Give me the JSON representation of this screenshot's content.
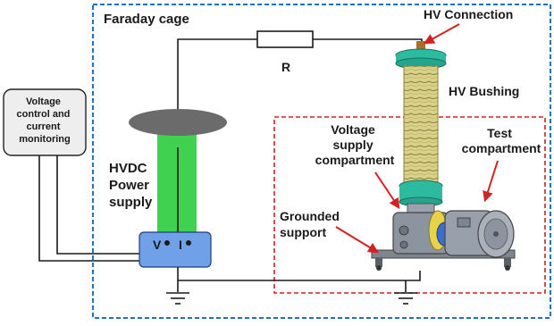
{
  "labels": {
    "faraday_cage": "Faraday cage",
    "hv_connection": "HV Connection",
    "resistor": "R",
    "hv_bushing": "HV Bushing",
    "voltage_supply_compartment": [
      "Voltage",
      "supply",
      "compartment"
    ],
    "test_compartment": [
      "Test",
      "compartment"
    ],
    "hvdc_power_supply": [
      "HVDC",
      "Power",
      "supply"
    ],
    "grounded_support": [
      "Grounded",
      "support"
    ],
    "voltage_control": [
      "Voltage",
      "control and",
      "current",
      "monitoring"
    ],
    "terminal_v": "V",
    "terminal_i": "I"
  },
  "colors": {
    "faraday_border": "#1e6fc8",
    "test_region_border": "#d42020",
    "power_column": "#3fd14f",
    "power_box": "#6fa0e8",
    "disc": "#6b6b6b",
    "bushing": "#d9d18a",
    "flange": "#2dbba0",
    "wire": "#1a1a1a",
    "arrow": "#d42020"
  }
}
